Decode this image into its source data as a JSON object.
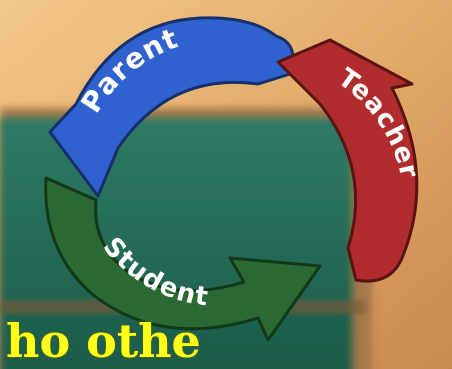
{
  "diagram": {
    "labels": {
      "parent": "Parent",
      "teacher": "Teacher",
      "student": "Student"
    },
    "arrow_colors": {
      "parent": "#2f62cf",
      "teacher": "#b12d2d",
      "student": "#2c6a35"
    }
  },
  "caption": {
    "text": "ho othe"
  }
}
